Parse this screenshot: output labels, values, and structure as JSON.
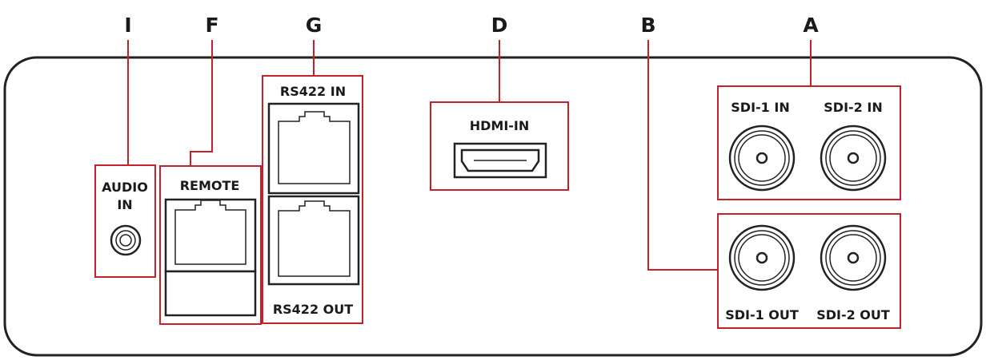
{
  "callouts": {
    "a": "A",
    "b": "B",
    "d": "D",
    "f": "F",
    "g": "G",
    "i": "I"
  },
  "ports": {
    "audio_in_line1": "AUDIO",
    "audio_in_line2": "IN",
    "remote": "REMOTE",
    "rs422_in": "RS422 IN",
    "rs422_out": "RS422 OUT",
    "hdmi_in": "HDMI-IN",
    "sdi1_in": "SDI-1 IN",
    "sdi2_in": "SDI-2 IN",
    "sdi1_out": "SDI-1 OUT",
    "sdi2_out": "SDI-2 OUT"
  },
  "colors": {
    "highlight": "#c8202a",
    "outline": "#222222"
  }
}
